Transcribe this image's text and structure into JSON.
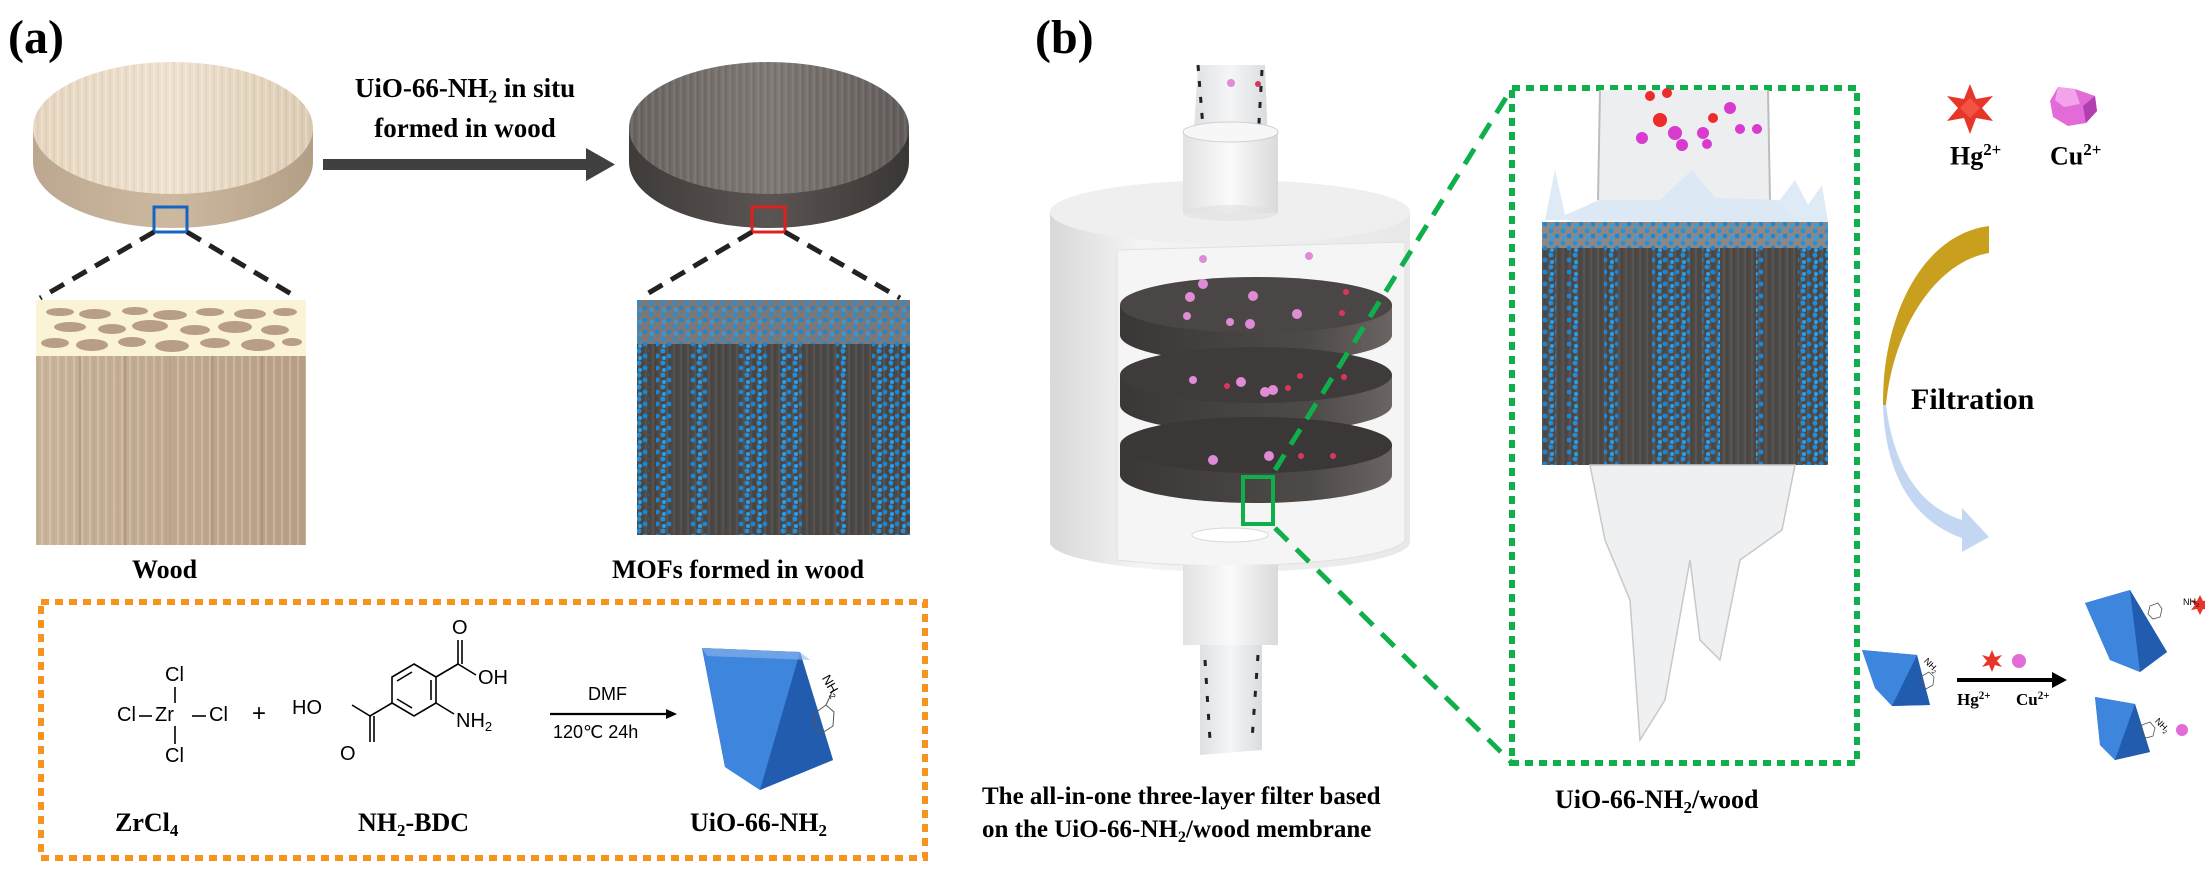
{
  "panel_a": {
    "label": "(a)",
    "arrow_caption_line1_pre": "UiO-66-NH",
    "arrow_caption_line1_sub": "2",
    "arrow_caption_line1_post": " in situ",
    "arrow_caption_line2": "formed in wood",
    "wood_label": "Wood",
    "mof_wood_label": "MOFs formed in wood",
    "reaction": {
      "zrcl4_atoms": {
        "center": "Zr",
        "ligand": "Cl",
        "bond": "–"
      },
      "plus": "+",
      "bdc_groups": {
        "oh_top": "OH",
        "ho_left": "HO",
        "o_top": "O",
        "o_bottom": "O",
        "amine": "NH",
        "amine_sub": "2"
      },
      "conditions_top": "DMF",
      "conditions_bottom": "120℃ 24h",
      "product_amine": "NH",
      "product_amine_sub": "2",
      "names": {
        "zrcl4_pre": "ZrCl",
        "zrcl4_sub": "4",
        "bdc_pre": "NH",
        "bdc_sub": "2",
        "bdc_post": "-BDC",
        "uio_pre": "UiO-66-NH",
        "uio_sub": "2"
      }
    }
  },
  "panel_b": {
    "label": "(b)",
    "filter_caption_line1": "The all-in-one three-layer filter based",
    "filter_caption_line2_pre": "on the UiO-66-NH",
    "filter_caption_line2_sub": "2",
    "filter_caption_line2_post": "/wood membrane",
    "membrane_label_pre": "UiO-66-NH",
    "membrane_label_sub": "2",
    "membrane_label_post": "/wood",
    "legend": [
      {
        "icon": "hg-star-icon",
        "ion": "Hg",
        "charge": "2+",
        "color": "#E8352A"
      },
      {
        "icon": "cu-polyhedron-icon",
        "ion": "Cu",
        "charge": "2+",
        "color": "#E36BD8"
      }
    ],
    "filtration_label": "Filtration",
    "adsorption": {
      "amine": "NH",
      "amine_sub": "2",
      "ion1": "Hg",
      "ion1_charge": "2+",
      "ion2": "Cu",
      "ion2_charge": "2+"
    }
  },
  "colors": {
    "wood_light": "#E2D2BC",
    "wood_dark": "#5A5552",
    "mof_blue": "#2E78D2",
    "mof_particle": "#1E90E0",
    "zoom_box_blue": "#1565C0",
    "zoom_box_red": "#E02020",
    "zoom_box_green": "#0FB04B",
    "reaction_box_orange": "#F7931E",
    "filtration_gold": "#C9A01E",
    "filtration_blue": "#C4D7F2"
  }
}
